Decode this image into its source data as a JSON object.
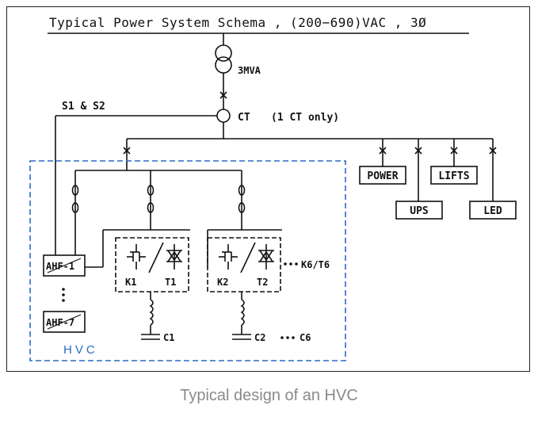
{
  "diagram": {
    "title": "Typical Power System Schema , (200−690)VAC , 3Ø",
    "transformer_rating": "3MVA",
    "ct_label": "CT",
    "ct_note": "(1 CT only)",
    "signal_label": "S1 & S2",
    "loads": [
      "POWER",
      "UPS",
      "LIFTS",
      "LED"
    ],
    "ahf_labels": [
      "AHF-1",
      "AHF-7"
    ],
    "stage_labels": {
      "k1": "K1",
      "t1": "T1",
      "k2": "K2",
      "t2": "T2",
      "more_stages": "K6/T6"
    },
    "capacitor_labels": {
      "c1": "C1",
      "c2": "C2",
      "more_caps": "C6"
    },
    "hvc_label": "HVC",
    "colors": {
      "line": "#111111",
      "hvc_box": "#2a6cc4",
      "caption": "#8a8a8a"
    }
  },
  "caption": "Typical design of an HVC"
}
